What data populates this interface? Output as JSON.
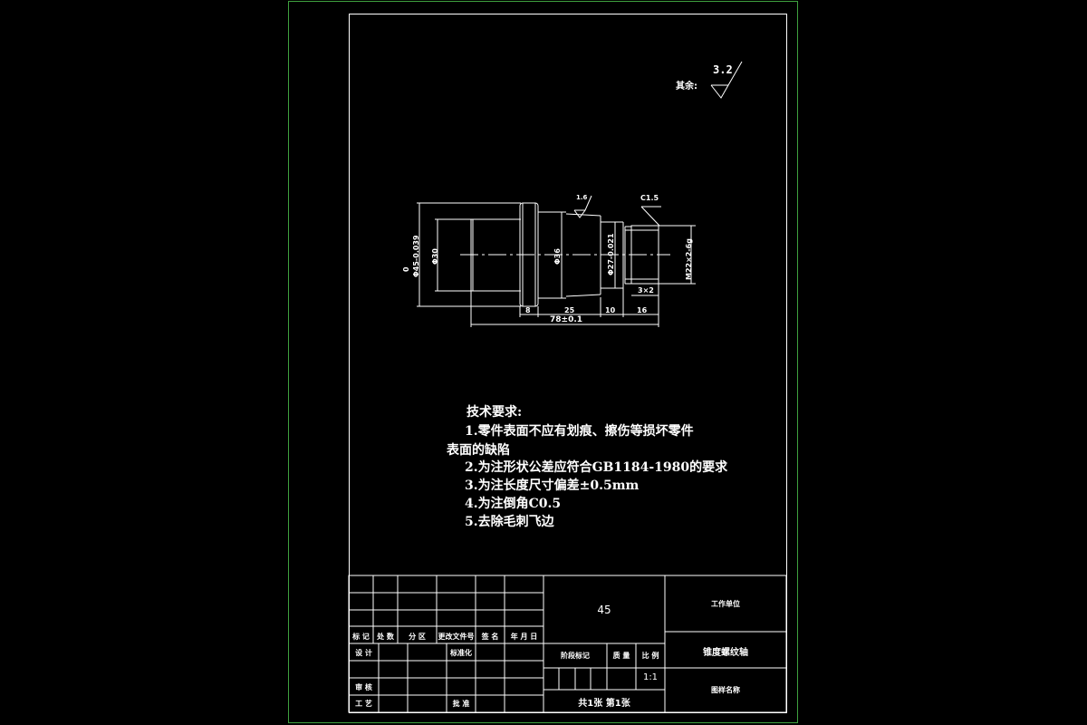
{
  "drawing": {
    "roughness": {
      "label": "其余:",
      "value": "3.2"
    },
    "dimensions": {
      "d_outer": "Φ45-0.039",
      "d_outer_upper": "0",
      "d_bore": "Φ30",
      "d_taper": "Φ36",
      "d_neck": "Φ27-0.021",
      "thread": "M22×2-6g",
      "chamfer": "C1.5",
      "groove": "3×2",
      "roughness_local": "1.6",
      "len_flange": "8",
      "len_taper": "25",
      "len_neck": "10",
      "len_thread": "16",
      "len_total": "78±0.1"
    }
  },
  "tech_requirements": {
    "title": "技术要求:",
    "lines": [
      "1.零件表面不应有划痕、擦伤等损坏零件",
      "表面的缺陷",
      "2.为注形状公差应符合GB1184-1980的要求",
      "3.为注长度尺寸偏差±0.5mm",
      "4.为注倒角C0.5",
      "5.去除毛刺飞边"
    ]
  },
  "title_block": {
    "material": "45",
    "company": "工作单位",
    "part_name": "锥度螺纹轴",
    "drawing_no": "图样名称",
    "scale_label": "比 例",
    "scale": "1:1",
    "stage_label": "阶段标记",
    "weight_label": "质 量",
    "sheets": "共1张 第1张",
    "rev_headers": [
      "标 记",
      "处 数",
      "分  区",
      "更改文件号",
      "签 名",
      "年 月 日"
    ],
    "design": "设 计",
    "standardize": "标准化",
    "review": "审 核",
    "process": "工 艺",
    "approve": "批 准"
  }
}
